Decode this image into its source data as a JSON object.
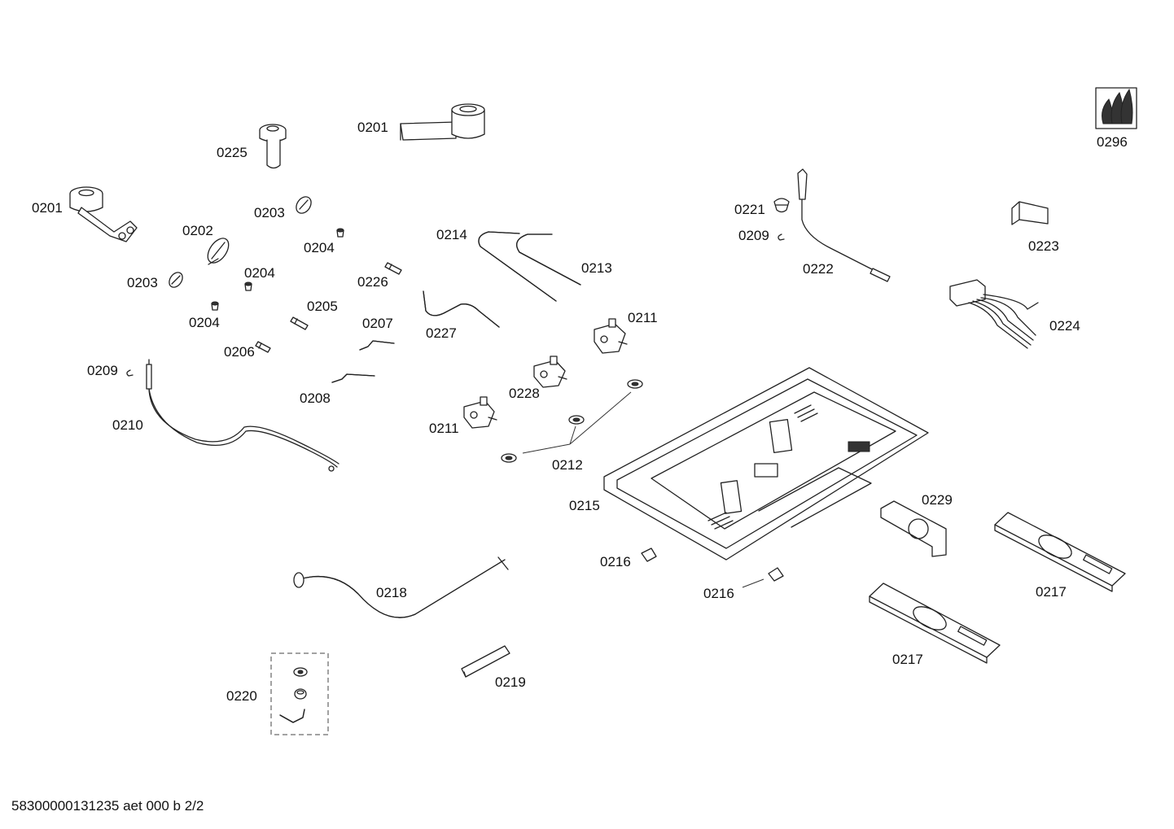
{
  "diagram": {
    "labels": {
      "p0201a": "0201",
      "p0201b": "0201",
      "p0225": "0225",
      "p0203a": "0203",
      "p0203b": "0203",
      "p0202": "0202",
      "p0204a": "0204",
      "p0204b": "0204",
      "p0204c": "0204",
      "p0205": "0205",
      "p0206": "0206",
      "p0226": "0226",
      "p0207": "0207",
      "p0208": "0208",
      "p0214": "0214",
      "p0213": "0213",
      "p0227": "0227",
      "p0211a": "0211",
      "p0211b": "0211",
      "p0228": "0228",
      "p0212": "0212",
      "p0209a": "0209",
      "p0209b": "0209",
      "p0210": "0210",
      "p0221": "0221",
      "p0222": "0222",
      "p0223": "0223",
      "p0224": "0224",
      "p0296": "0296",
      "p0215": "0215",
      "p0216a": "0216",
      "p0216b": "0216",
      "p0229": "0229",
      "p0217a": "0217",
      "p0217b": "0217",
      "p0218": "0218",
      "p0219": "0219",
      "p0220": "0220"
    },
    "footer": "58300000131235 aet 000 b 2/2"
  }
}
